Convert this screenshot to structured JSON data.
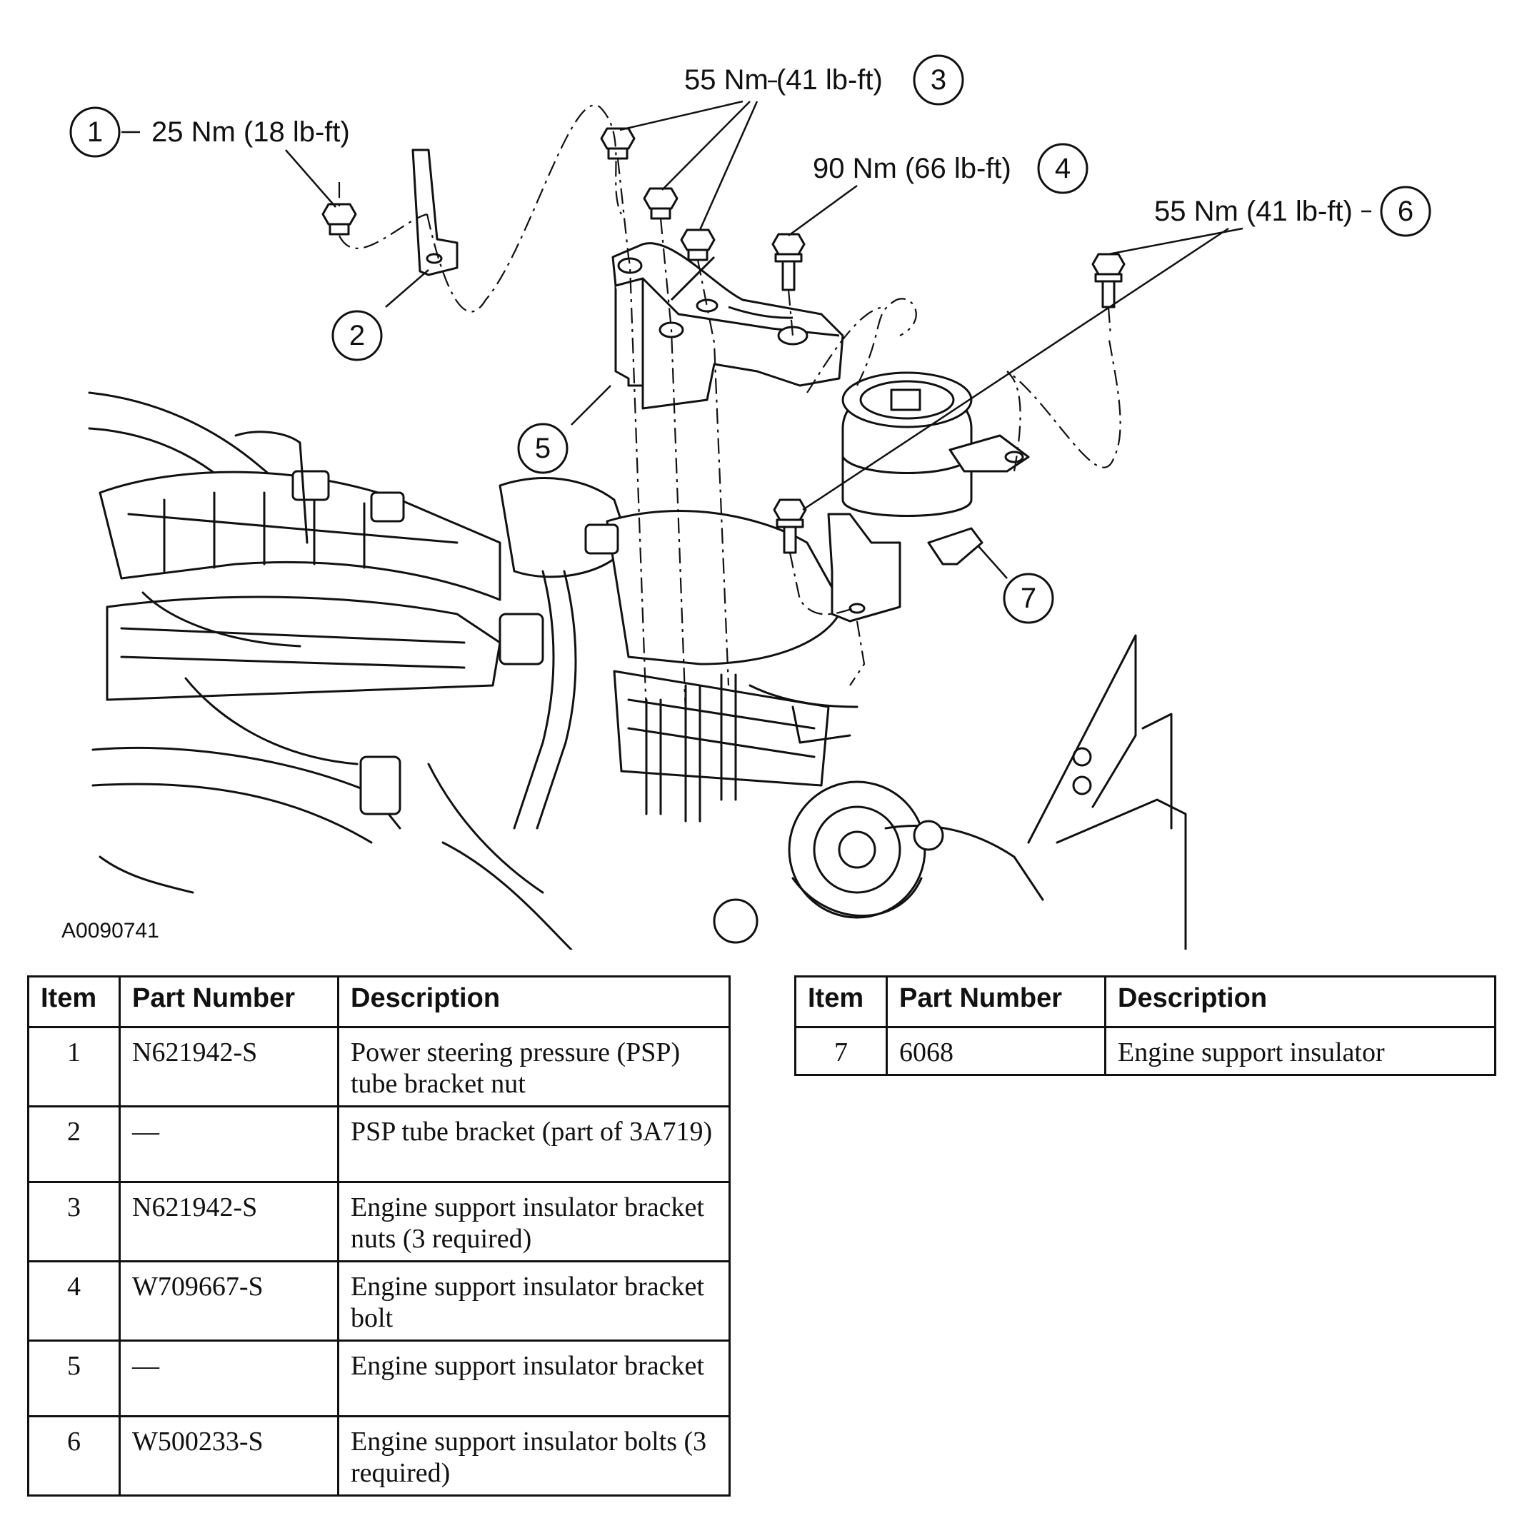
{
  "figure_id": "A0090741",
  "callouts": [
    {
      "num": "1",
      "torque": "25 Nm (18 lb-ft)"
    },
    {
      "num": "2"
    },
    {
      "num": "3",
      "torque": "55 Nm (41 lb-ft)"
    },
    {
      "num": "4",
      "torque": "90 Nm (66 lb-ft)"
    },
    {
      "num": "5"
    },
    {
      "num": "6",
      "torque": "55 Nm (41 lb-ft)"
    },
    {
      "num": "7"
    }
  ],
  "table_headers": {
    "item": "Item",
    "part_number": "Part Number",
    "description": "Description"
  },
  "parts_left": [
    {
      "item": "1",
      "part_number": "N621942-S",
      "description": "Power steering pressure (PSP) tube bracket nut"
    },
    {
      "item": "2",
      "part_number": "—",
      "description": "PSP tube bracket (part of 3A719)"
    },
    {
      "item": "3",
      "part_number": "N621942-S",
      "description": "Engine support insulator bracket nuts (3 required)"
    },
    {
      "item": "4",
      "part_number": "W709667-S",
      "description": "Engine support insulator bracket bolt"
    },
    {
      "item": "5",
      "part_number": "—",
      "description": "Engine support insulator bracket"
    },
    {
      "item": "6",
      "part_number": "W500233-S",
      "description": "Engine support insulator bolts (3 required)"
    }
  ],
  "parts_right": [
    {
      "item": "7",
      "part_number": "6068",
      "description": "Engine support insulator"
    }
  ]
}
